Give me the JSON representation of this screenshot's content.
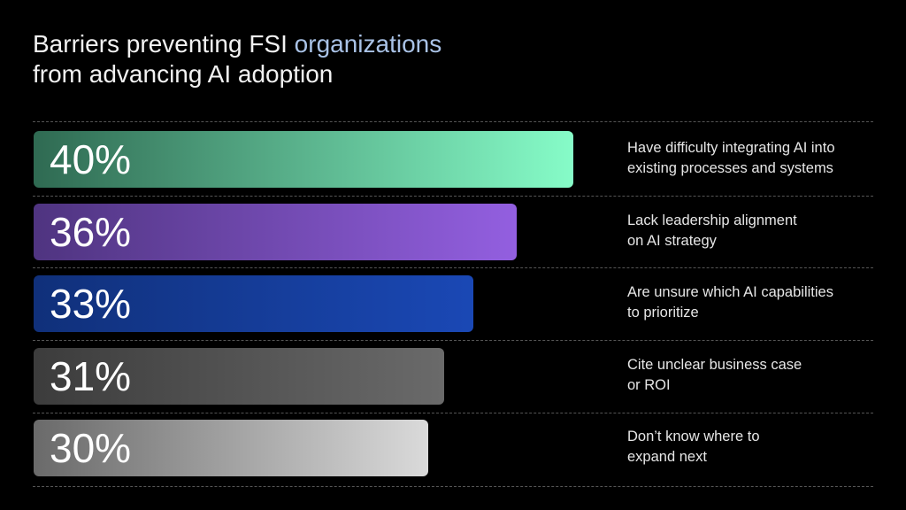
{
  "title": {
    "part1": "Barriers preventing FSI ",
    "highlight": "organizations",
    "line2": "from advancing AI adoption"
  },
  "chart_data": {
    "type": "bar",
    "orientation": "horizontal",
    "title": "Barriers preventing FSI organizations from advancing AI adoption",
    "xlim": [
      0,
      40
    ],
    "grid": false,
    "categories": [
      "Have difficulty integrating AI into existing processes and systems",
      "Lack leadership alignment on AI strategy",
      "Are unsure which AI capabilities to prioritize",
      "Cite unclear business case or ROI",
      "Don’t know where to expand next"
    ],
    "values": [
      40,
      36,
      33,
      31,
      30
    ],
    "value_labels": [
      "40%",
      "36%",
      "33%",
      "31%",
      "30%"
    ],
    "label_lines": [
      [
        "Have difficulty integrating AI into",
        "existing processes and systems"
      ],
      [
        "Lack leadership alignment",
        "on AI strategy"
      ],
      [
        "Are unsure which AI capabilities",
        "to prioritize"
      ],
      [
        "Cite unclear business case",
        "or ROI"
      ],
      [
        "Don’t know where to",
        "expand next"
      ]
    ],
    "colors": [
      [
        "#2f6a52",
        "#86fcc8"
      ],
      [
        "#4f3480",
        "#935fe0"
      ],
      [
        "#10307a",
        "#1a48b5"
      ],
      [
        "#3c3c3c",
        "#6a6a6a"
      ],
      [
        "#6a6a6a",
        "#dadada"
      ]
    ]
  }
}
